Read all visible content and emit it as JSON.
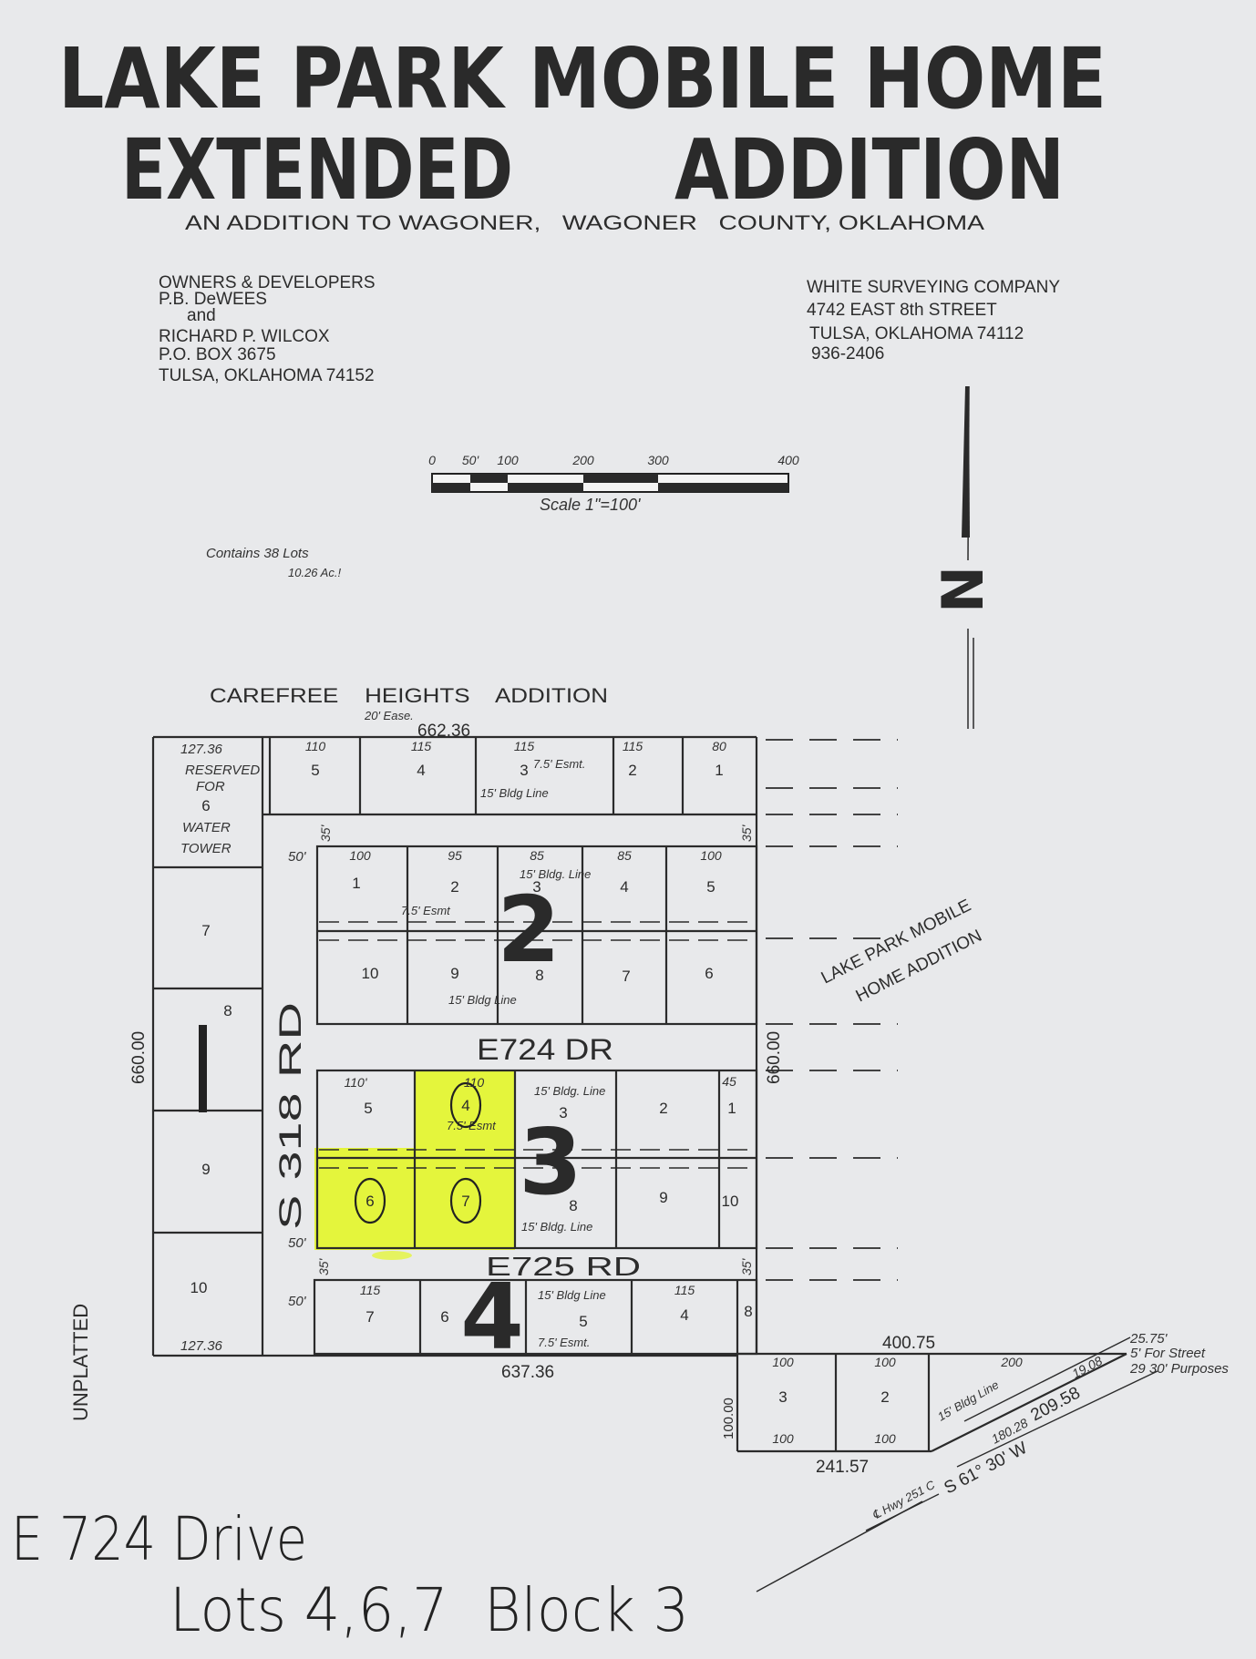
{
  "title": {
    "line1": "LAKE PARK MOBILE HOME",
    "line2a": "EXTENDED",
    "line2b": "ADDITION",
    "subtitle": "AN ADDITION TO WAGONER,   WAGONER   COUNTY, OKLAHOMA"
  },
  "owners": [
    "OWNERS & DEVELOPERS",
    "P.B. DeWEES",
    "and",
    "RICHARD P. WILCOX",
    "P.O. BOX 3675",
    "TULSA, OKLAHOMA  74152"
  ],
  "surveyor": [
    "WHITE SURVEYING COMPANY",
    "4742 EAST 8th STREET",
    "TULSA, OKLAHOMA  74112",
    "936-2406"
  ],
  "scale": {
    "ticks": [
      "0",
      "50'",
      "100",
      "200",
      "300",
      "400"
    ],
    "label": "Scale 1\"=100'"
  },
  "contains": [
    "Contains  38 Lots",
    "10.26 Ac.!"
  ],
  "north": "N",
  "adjacent": {
    "carefree": "CAREFREE    HEIGHTS    ADDITION",
    "lake_park_1": "LAKE PARK MOBILE",
    "lake_park_2": "HOME ADDITION",
    "unplatted": "UNPLATTED"
  },
  "streets": {
    "s318": "S 318 RD",
    "e724": "E724 DR",
    "e725": "E725 RD"
  },
  "boundary": {
    "north": "662.36",
    "west": "660.00",
    "east": "660.00",
    "south": "637.36",
    "ext_north": "400.75",
    "ext_south": "241.57",
    "ext_west": "100.00",
    "diagonal": "209.58",
    "bearing": "S 61° 30' W",
    "highway": "℄ Hwy 251 C",
    "corner": [
      "25.75'",
      "5' For Street",
      "29 30' Purposes"
    ],
    "sw_width": "127.36",
    "nw_width": "127.36"
  },
  "reserved": [
    "RESERVED",
    "FOR",
    "WATER",
    "TOWER"
  ],
  "block_numbers": [
    "2",
    "3",
    "4"
  ],
  "lots": {
    "block1_top": [
      "5",
      "4",
      "3",
      "2",
      "1"
    ],
    "block1_west": [
      "6",
      "7",
      "8",
      "9",
      "10"
    ],
    "block2": [
      "1",
      "2",
      "3",
      "4",
      "5",
      "10",
      "9",
      "8",
      "7",
      "6"
    ],
    "block3": [
      "5",
      "4",
      "3",
      "2",
      "1",
      "6",
      "7",
      "8",
      "9",
      "10"
    ],
    "block4": [
      "7",
      "6",
      "5",
      "4",
      "8"
    ],
    "extension": [
      "3",
      "2"
    ]
  },
  "annotations": {
    "ease20": "20' Ease.",
    "esmt75": "7.5' Esmt.",
    "bldg15": "15' Bldg Line",
    "bldg15b": "15' Bldg. Line",
    "esmt75b": "7.5' Esmt",
    "w50": "50'",
    "w35": "35'",
    "dims": [
      "110",
      "115",
      "115",
      "115",
      "80",
      "100",
      "95",
      "85",
      "85",
      "100",
      "110'",
      "110",
      "45",
      "115",
      "115",
      "100",
      "100",
      "200",
      "180.28",
      "19.08",
      "100",
      "100"
    ]
  },
  "highlight": {
    "color": "#e4f53c",
    "lots": [
      "4",
      "6",
      "7"
    ],
    "block": "3"
  },
  "handwritten": {
    "line1": "E 724 Drive",
    "line2": "Lots 4,6,7  Block 3"
  }
}
